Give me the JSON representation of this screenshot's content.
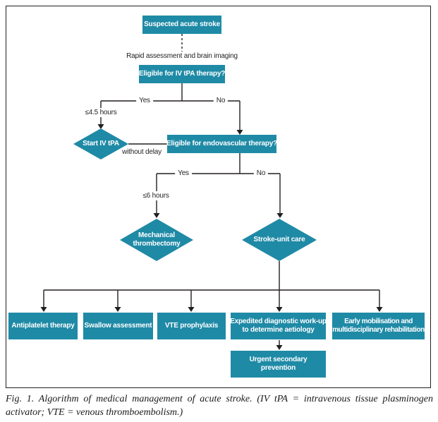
{
  "colors": {
    "node_fill": "#1f8aa6",
    "node_text": "#ffffff",
    "line": "#231f20"
  },
  "flowchart": {
    "nodes": {
      "suspected": {
        "label": "Suspected acute stroke"
      },
      "eligible_tpa": {
        "label": "Eligible for IV tPA therapy?"
      },
      "start_tpa": {
        "label": "Start IV tPA"
      },
      "eligible_endo": {
        "label": "Eligible for endovascular therapy?"
      },
      "mech_thromb": {
        "line1": "Mechanical",
        "line2": "thrombectomy"
      },
      "stroke_unit": {
        "label": "Stroke-unit care"
      },
      "antiplatelet": {
        "label": "Antiplatelet therapy"
      },
      "swallow": {
        "label": "Swallow assessment"
      },
      "vte": {
        "label": "VTE prophylaxis"
      },
      "expedited": {
        "line1": "Expedited diagnostic work-up",
        "line2": "to determine aetiology"
      },
      "early_mob": {
        "line1": "Early mobilisation and",
        "line2": "multidisciplinary rehabilitation"
      },
      "urgent": {
        "line1": "Urgent secondary",
        "line2": "prevention"
      }
    },
    "edge_labels": {
      "rapid_assessment": "Rapid assessment and brain imaging",
      "yes1": "Yes",
      "no1": "No",
      "time45": "≤4.5 hours",
      "without_delay": "without delay",
      "yes2": "Yes",
      "no2": "No",
      "time6": "≤6 hours"
    }
  },
  "caption": {
    "line1": "Fig. 1. Algorithm of medical management of acute stroke. (IV tPA = intravenous tissue plasminogen",
    "line2": "activator; VTE = venous thromboembolism.)"
  }
}
